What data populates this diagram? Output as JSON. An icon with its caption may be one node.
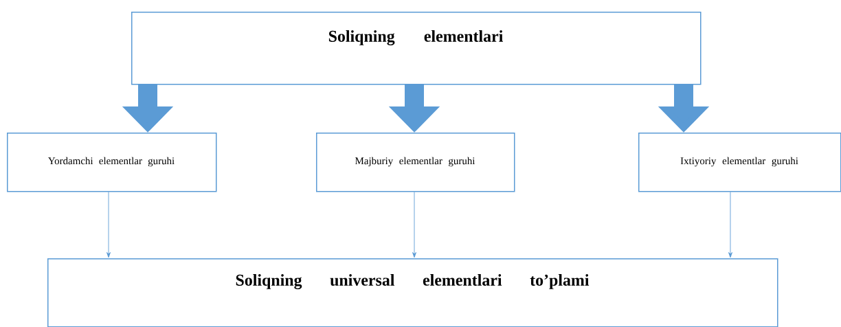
{
  "diagram": {
    "nodes": [
      {
        "text": [
          "Soliqning elementlari"
        ]
      },
      {
        "text": [
          "Yordamchi elementlar guruhi"
        ]
      },
      {
        "text": [
          "Majburiy elementlar guruhi"
        ]
      },
      {
        "text": [
          "Ixtiyoriy elementlar guruhi"
        ]
      },
      {
        "text": [
          "Soliqning universal elementlari to’plami"
        ]
      }
    ],
    "edges": [
      {
        "from": 0,
        "to": 1,
        "arrow": "to",
        "style": "thick"
      },
      {
        "from": 0,
        "to": 2,
        "arrow": "to",
        "style": "thick"
      },
      {
        "from": 0,
        "to": 3,
        "arrow": "to",
        "style": "thick"
      },
      {
        "from": 1,
        "to": 4,
        "arrow": "to"
      },
      {
        "from": 2,
        "to": 4,
        "arrow": "to"
      },
      {
        "from": 3,
        "to": 4,
        "arrow": "to"
      }
    ]
  }
}
